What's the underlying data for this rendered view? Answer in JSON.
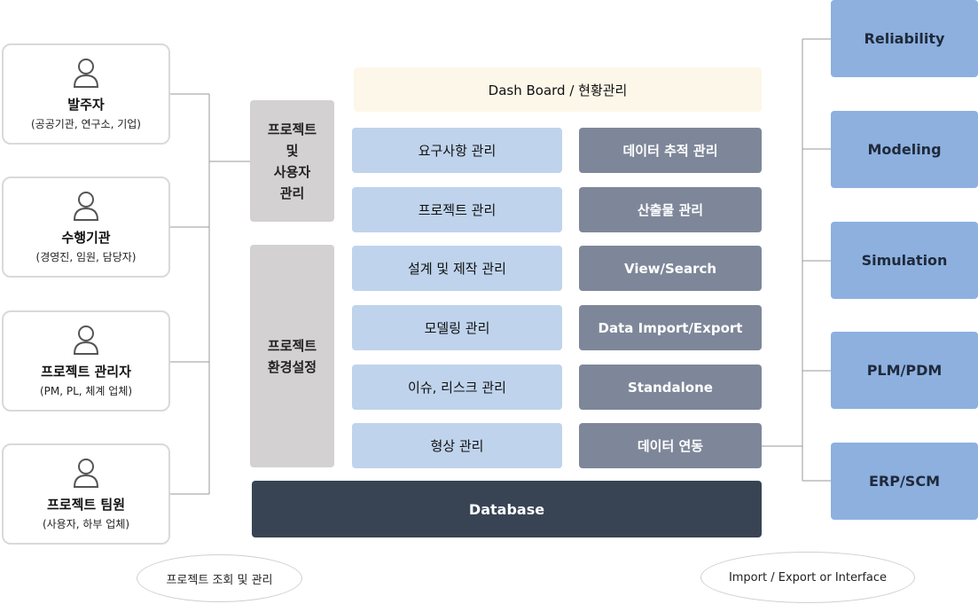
{
  "users": [
    {
      "title": "발주자",
      "sub": "(공공기관, 연구소, 기업)"
    },
    {
      "title": "수행기관",
      "sub": "(경영진, 임원, 담당자)"
    },
    {
      "title": "프로젝트 관리자",
      "sub": "(PM, PL, 체계 업체)"
    },
    {
      "title": "프로젝트 팀원",
      "sub": "(사용자, 하부 업체)"
    }
  ],
  "side_panels": {
    "project_user": "프로젝트\n및\n사용자\n관리",
    "project_env": "프로젝트\n환경설정"
  },
  "dashboard": "Dash Board / 현황관리",
  "left_modules": [
    "요구사항 관리",
    "프로젝트 관리",
    "설계 및 제작 관리",
    "모델링 관리",
    "이슈, 리스크 관리",
    "형상 관리"
  ],
  "right_modules": [
    "데이터 추적 관리",
    "산출물 관리",
    "View/Search",
    "Data Import/Export",
    "Standalone",
    "데이터 연동"
  ],
  "database": "Database",
  "external_systems": [
    "Reliability",
    "Modeling",
    "Simulation",
    "PLM/PDM",
    "ERP/SCM"
  ],
  "captions": {
    "left": "프로젝트 조회 및 관리",
    "right": "Import / Export or Interface"
  },
  "colors": {
    "module_blue": "#bfd3ec",
    "module_gray": "#7e8799",
    "database": "#384454",
    "external": "#8db0df",
    "dashboard": "#fdf7e9",
    "side_panel": "#d3d1d2"
  }
}
